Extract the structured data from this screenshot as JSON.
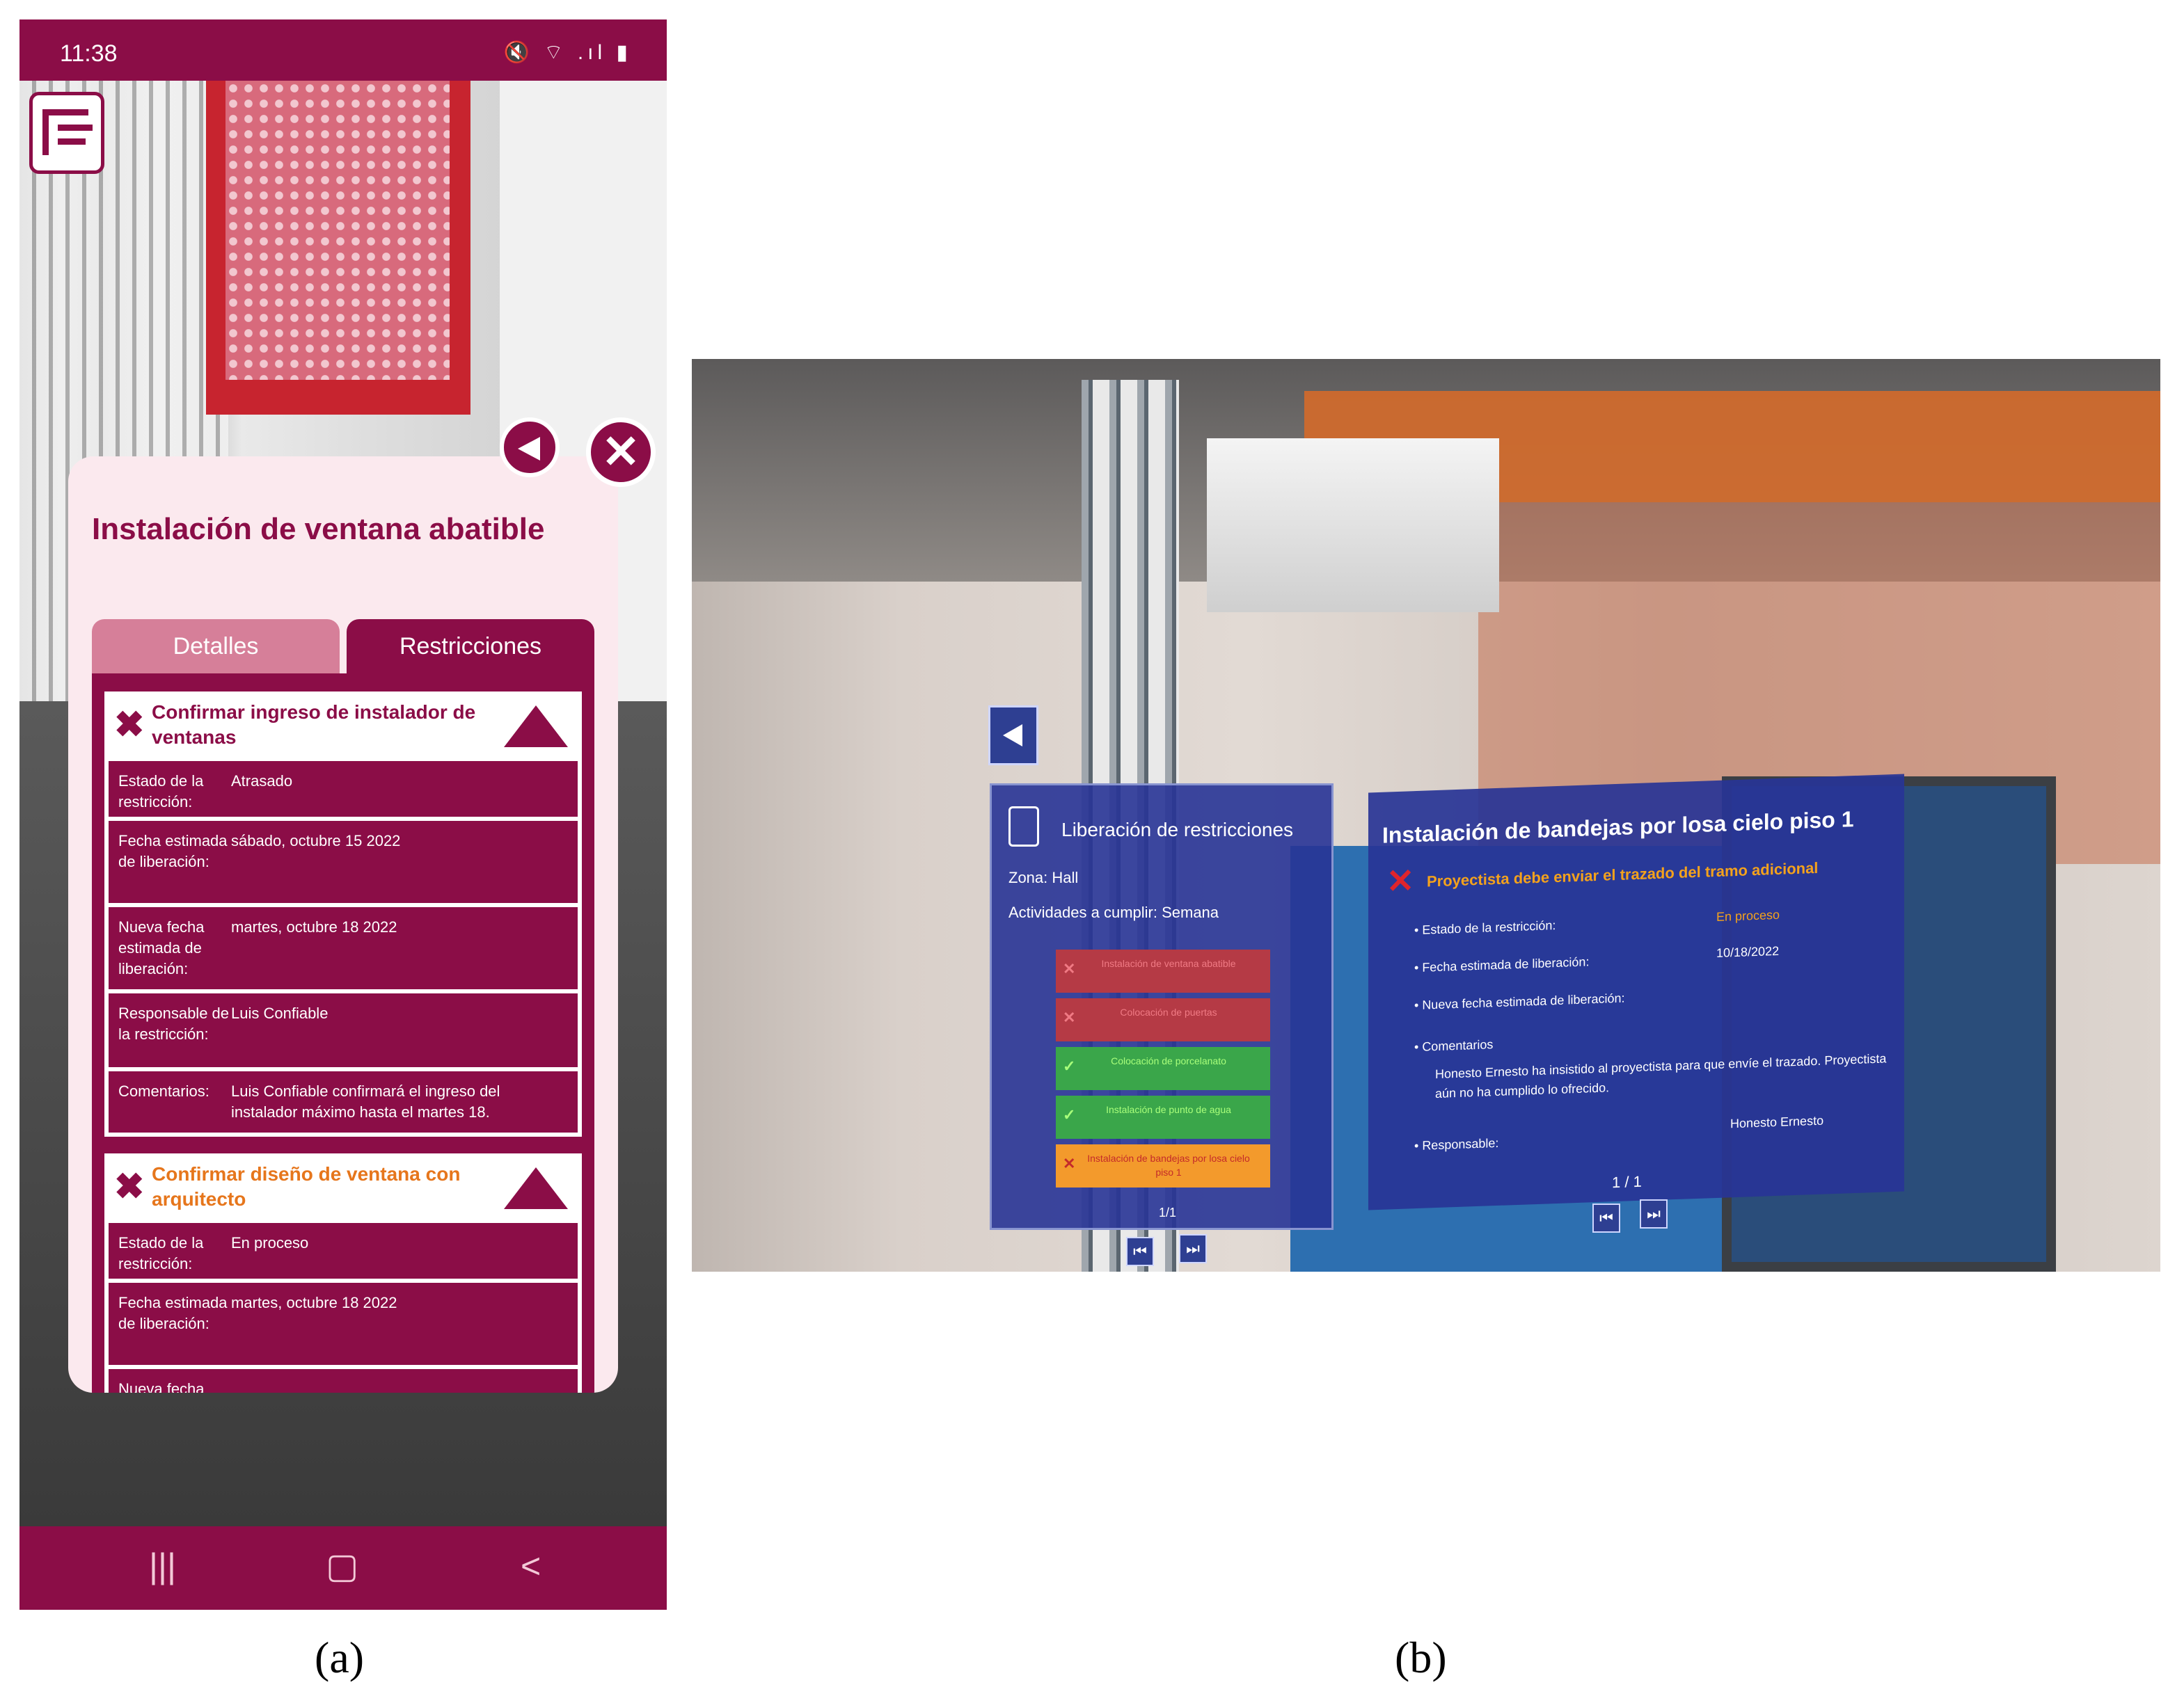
{
  "phone": {
    "status_time": "11:38",
    "status_icons": "🔇 ⌔ .ıl ▮",
    "card_title": "Instalación de ventana abatible",
    "tabs": [
      "Detalles",
      "Restricciones"
    ],
    "restrictions": [
      {
        "title": "Confirmar ingreso de instalador de ventanas",
        "rows": [
          {
            "k": "Estado de la restricción:",
            "v": "Atrasado"
          },
          {
            "k": "Fecha estimada de liberación:",
            "v": "sábado, octubre 15 2022"
          },
          {
            "k": "Nueva fecha estimada de liberación:",
            "v": "martes, octubre 18 2022"
          },
          {
            "k": "Responsable de la restricción:",
            "v": "Luis Confiable"
          },
          {
            "k": "Comentarios:",
            "v": "Luis Confiable confirmará el ingreso del instalador máximo hasta el martes 18."
          }
        ]
      },
      {
        "title": "Confirmar diseño de ventana con arquitecto",
        "rows": [
          {
            "k": "Estado de la restricción:",
            "v": "En proceso"
          },
          {
            "k": "Fecha estimada de liberación:",
            "v": "martes, octubre 18 2022"
          },
          {
            "k": "Nueva fecha",
            "v": ""
          }
        ]
      }
    ],
    "nav": [
      "|||",
      "▢",
      "<"
    ],
    "title_color": "#8b0d47",
    "second_title_color": "#e6761c"
  },
  "captions": {
    "a": "(a)",
    "b": "(b)"
  },
  "ar": {
    "lib_title": "Liberación de restricciones",
    "zone": "Zona: Hall",
    "activities": "Actividades a cumplir: Semana",
    "items": [
      {
        "label": "Instalación de ventana abatible",
        "status": "x",
        "color": "#b53a45"
      },
      {
        "label": "Colocación de puertas",
        "status": "x",
        "color": "#b53a45"
      },
      {
        "label": "Colocación de porcelanato",
        "status": "check",
        "color": "#3aa64a"
      },
      {
        "label": "Instalación de punto de agua",
        "status": "check",
        "color": "#3aa64a"
      },
      {
        "label": "Instalación de bandejas por losa cielo piso 1",
        "status": "x",
        "color": "#f39a2c"
      }
    ],
    "lib_page": "1/1",
    "detail_title": "Instalación de bandejas por losa cielo piso 1",
    "restriction": "Proyectista debe enviar el trazado del tramo adicional",
    "fields": [
      {
        "k": "Estado de la restricción:",
        "v": "En proceso"
      },
      {
        "k": "Fecha estimada de liberación:",
        "v": "10/18/2022"
      },
      {
        "k": "Nueva fecha estimada de liberación:",
        "v": ""
      },
      {
        "k": "Comentarios",
        "v": ""
      },
      {
        "k": "Responsable:",
        "v": "Honesto Ernesto"
      }
    ],
    "comment": "Honesto Ernesto ha insistido al proyectista para que envíe el trazado. Proyectista aún no ha cumplido lo ofrecido.",
    "detail_page": "1 / 1"
  }
}
